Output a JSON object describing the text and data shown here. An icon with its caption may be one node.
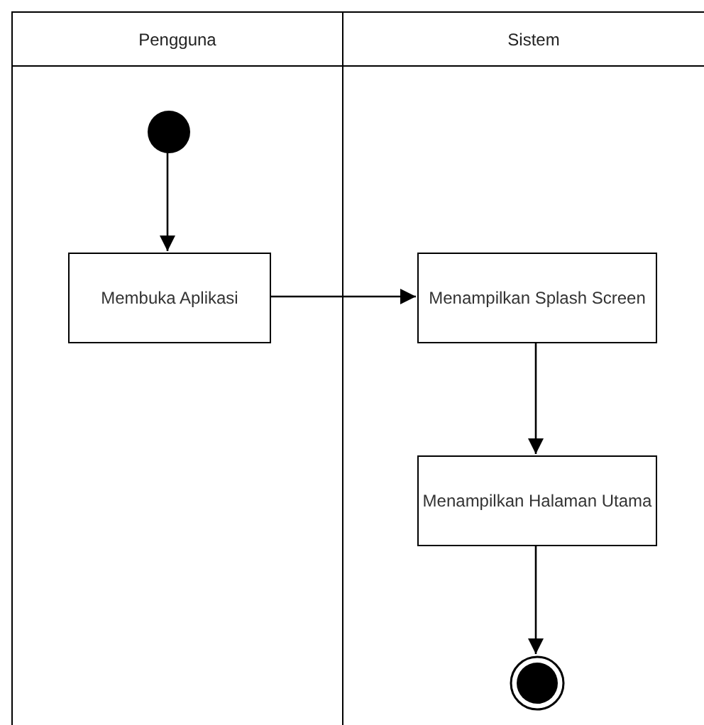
{
  "diagram": {
    "nodes": [
      {
        "text": [
          "Pengguna"
        ]
      },
      {
        "text": [
          "Sistem"
        ]
      },
      {
        "text": [],
        "shape": "circle",
        "in": 0
      },
      {
        "text": [
          "Membuka Aplikasi"
        ],
        "in": 0
      },
      {
        "text": [
          "Menampilkan Splash Screen"
        ],
        "in": 1
      },
      {
        "text": [
          "Menampilkan Halaman Utama"
        ],
        "in": 1
      },
      {
        "text": [],
        "shape": "circle",
        "in": 1
      }
    ],
    "edges": [
      {
        "from": 2,
        "to": 3,
        "arrow": "to"
      },
      {
        "from": 3,
        "to": 4,
        "arrow": "to"
      },
      {
        "from": 4,
        "to": 5,
        "arrow": "to"
      },
      {
        "from": 5,
        "to": 6,
        "arrow": "to"
      }
    ]
  }
}
